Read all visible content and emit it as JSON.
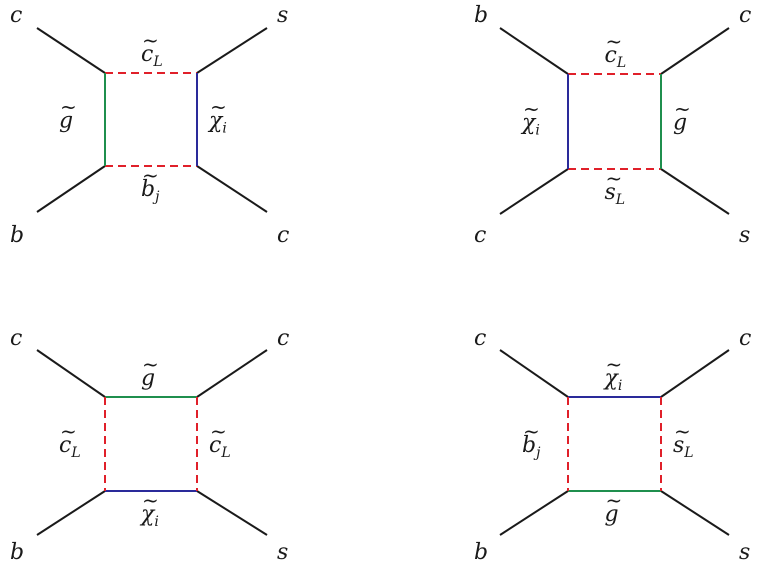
{
  "colors": {
    "external": "#1a1a1a",
    "scalar": "#e0202a",
    "gluino": "#1f8f4e",
    "chargino": "#2a2a9a"
  },
  "diagrams": [
    {
      "external": {
        "top_left": "c",
        "top_right": "s",
        "bottom_left": "b",
        "bottom_right": "c"
      },
      "internal": {
        "top": {
          "base": "c",
          "sub": "L",
          "kind": "scalar"
        },
        "bottom": {
          "base": "b",
          "sub": "j",
          "kind": "scalar"
        },
        "left": {
          "base": "g",
          "sub": "",
          "kind": "gluino"
        },
        "right": {
          "base": "χ",
          "sub": "i",
          "kind": "chargino"
        }
      }
    },
    {
      "external": {
        "top_left": "b",
        "top_right": "c",
        "bottom_left": "c",
        "bottom_right": "s"
      },
      "internal": {
        "top": {
          "base": "c",
          "sub": "L",
          "kind": "scalar"
        },
        "bottom": {
          "base": "s",
          "sub": "L",
          "kind": "scalar"
        },
        "left": {
          "base": "χ",
          "sub": "i",
          "kind": "chargino"
        },
        "right": {
          "base": "g",
          "sub": "",
          "kind": "gluino"
        }
      }
    },
    {
      "external": {
        "top_left": "c",
        "top_right": "c",
        "bottom_left": "b",
        "bottom_right": "s"
      },
      "internal": {
        "top": {
          "base": "g",
          "sub": "",
          "kind": "gluino"
        },
        "bottom": {
          "base": "χ",
          "sub": "i",
          "kind": "chargino"
        },
        "left": {
          "base": "c",
          "sub": "L",
          "kind": "scalar"
        },
        "right": {
          "base": "c",
          "sub": "L",
          "kind": "scalar"
        }
      }
    },
    {
      "external": {
        "top_left": "c",
        "top_right": "c",
        "bottom_left": "b",
        "bottom_right": "s"
      },
      "internal": {
        "top": {
          "base": "χ",
          "sub": "i",
          "kind": "chargino"
        },
        "bottom": {
          "base": "g",
          "sub": "",
          "kind": "gluino"
        },
        "left": {
          "base": "b",
          "sub": "j",
          "kind": "scalar"
        },
        "right": {
          "base": "s",
          "sub": "L",
          "kind": "scalar"
        }
      }
    }
  ]
}
